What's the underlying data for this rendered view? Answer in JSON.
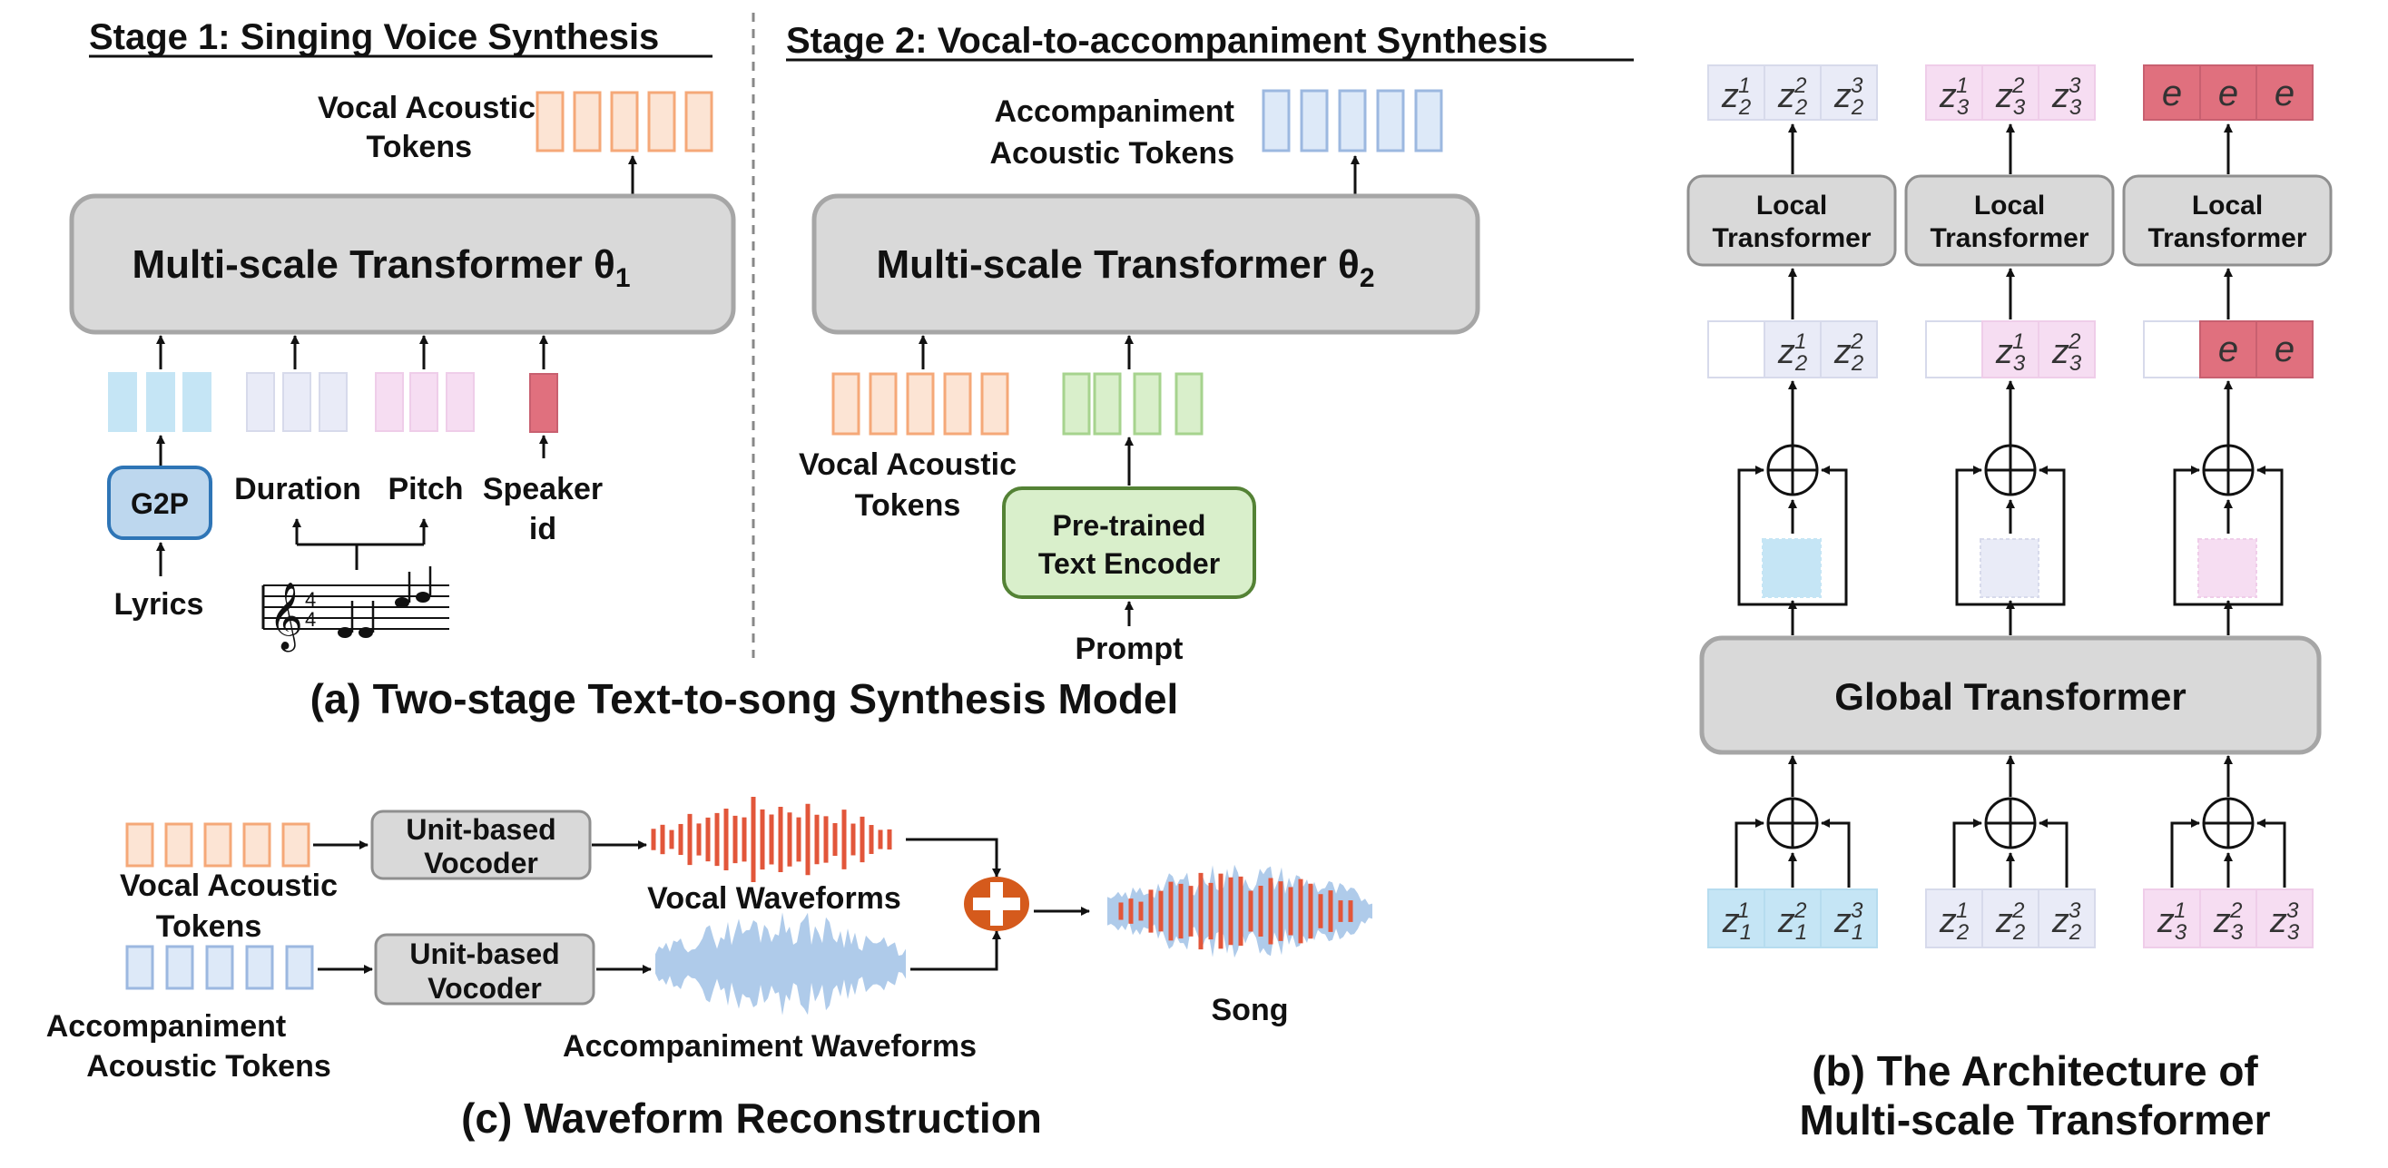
{
  "stage1": {
    "title": "Stage 1: Singing Voice Synthesis",
    "out_label_1": "Vocal  Acoustic",
    "out_label_2": "Tokens",
    "model_label": "Multi-scale Transformer θ",
    "model_sub": "1",
    "g2p": "G2P",
    "lyrics": "Lyrics",
    "duration": "Duration",
    "pitch": "Pitch",
    "speaker_1": "Speaker",
    "speaker_2": "id"
  },
  "stage2": {
    "title": "Stage 2: Vocal-to-accompaniment Synthesis",
    "out_label_1": "Accompaniment",
    "out_label_2": "Acoustic Tokens",
    "model_label": "Multi-scale Transformer θ",
    "model_sub": "2",
    "vocal_1": "Vocal  Acoustic",
    "vocal_2": "Tokens",
    "encoder_1": "Pre-trained",
    "encoder_2": "Text Encoder",
    "prompt": "Prompt"
  },
  "caption_a": "(a) Two-stage Text-to-song Synthesis Model",
  "panel_c": {
    "vocoder_1": "Unit-based",
    "vocoder_2": "Vocoder",
    "vocal_tok_1": "Vocal      Acoustic",
    "vocal_tok_2": "Tokens",
    "vocal_wave": "Vocal Waveforms",
    "acc_tok_1": "Accompaniment",
    "acc_tok_2": "Acoustic Tokens",
    "acc_wave": "Accompaniment Waveforms",
    "song": "Song"
  },
  "caption_c": "(c) Waveform Reconstruction",
  "panel_b": {
    "local": [
      "Local",
      "Transformer"
    ],
    "global": "Global Transformer",
    "top_subs": [
      [
        "2",
        "1"
      ],
      [
        "2",
        "2"
      ],
      [
        "2",
        "3"
      ],
      [
        "3",
        "1"
      ],
      [
        "3",
        "2"
      ],
      [
        "3",
        "3"
      ]
    ],
    "e": "e",
    "z": "z"
  },
  "caption_b_1": "(b) The Architecture of",
  "caption_b_2": "Multi-scale Transformer",
  "colors": {
    "orange": "#F5A878",
    "orange_fill": "#FCE4D4",
    "blue": "#9CB8E0",
    "blue_fill": "#DDE9F8",
    "cyan": "#C5E5F5",
    "lavender": "#E9EBF7",
    "pink": "#F6DDF2",
    "red": "#E0707E",
    "green": "#A6D38E",
    "green_fill": "#D9EFCB",
    "gray_box": "#D9D9D9",
    "g2p": "#BDD7EE",
    "waveform_red": "#E2563A",
    "waveform_blue": "#AFCBEA",
    "plus_circle": "#D55A1C"
  }
}
